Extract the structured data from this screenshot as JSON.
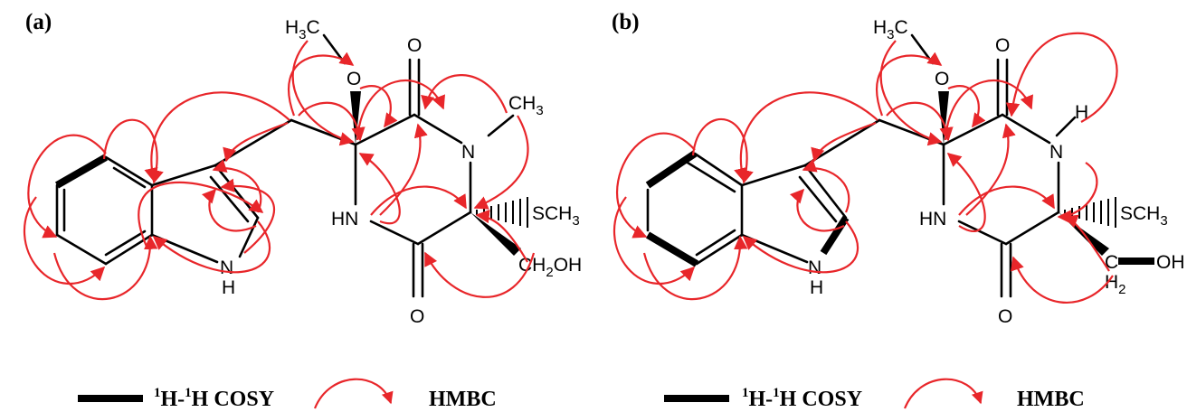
{
  "panels": [
    {
      "label": "(a)",
      "atoms": {
        "h3c": "H",
        "h3c_sub": "3",
        "h3c_c": "C",
        "o_methoxy": "O",
        "o_carbonyl_top": "O",
        "n_methyl": "N",
        "ch3_h": "CH",
        "ch3_sub": "3",
        "sch3": "SCH",
        "sch3_sub": "3",
        "hn": "HN",
        "ch2oh_ch": "CH",
        "ch2oh_sub": "2",
        "ch2oh_oh": "OH",
        "o_carbonyl_bottom": "O",
        "indole_n": "N",
        "indole_h": "H"
      }
    },
    {
      "label": "(b)",
      "atoms": {
        "h3c": "H",
        "h3c_sub": "3",
        "h3c_c": "C",
        "o_methoxy": "O",
        "o_carbonyl_top": "O",
        "n_amide": "N",
        "nh_h": "H",
        "sch3": "SCH",
        "sch3_sub": "3",
        "hn": "HN",
        "c_h2": "C",
        "h2_h": "H",
        "h2_sub": "2",
        "oh": "OH",
        "o_carbonyl_bottom": "O",
        "indole_n": "N",
        "indole_h": "H"
      }
    }
  ],
  "legend": {
    "cosy_sup1": "1",
    "cosy_h1": "H-",
    "cosy_sup2": "1",
    "cosy_h2": "H COSY",
    "hmbc": "HMBC"
  },
  "colors": {
    "hmbc_arrow": "#e8262a",
    "bond": "#000000"
  }
}
